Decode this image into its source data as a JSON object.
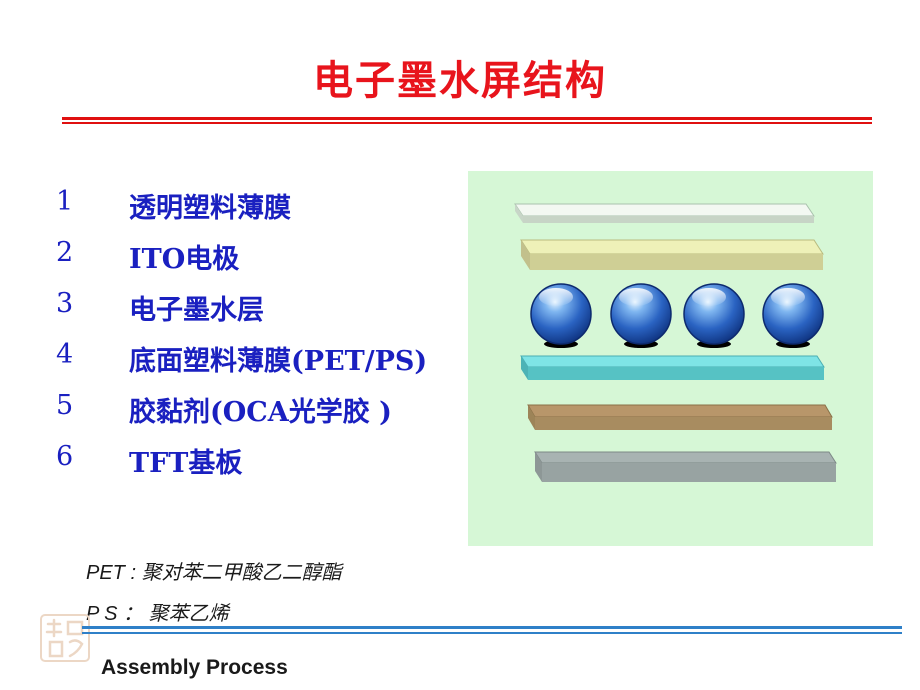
{
  "slide": {
    "title": "电子墨水屏结构",
    "layers": [
      {
        "num": "1",
        "label": "透明塑料薄膜"
      },
      {
        "num": "2",
        "label": "ITO电极"
      },
      {
        "num": "3",
        "label": "电子墨水层"
      },
      {
        "num": "4",
        "label": "底面塑料薄膜(PET/PS)"
      },
      {
        "num": "5",
        "label": "胶黏剂(OCA光学胶 )"
      },
      {
        "num": "6",
        "label": "TFT基板"
      }
    ],
    "notes": {
      "pet": "PET : 聚对苯二甲酸乙二醇酯",
      "ps": "P S ： 聚苯乙烯"
    },
    "footer": "Assembly Process"
  },
  "colors": {
    "title": "#e8141c",
    "list_text": "#1a20c0",
    "panel_bg": "#d6f7d6",
    "accent_rule": "#2f80c8"
  }
}
